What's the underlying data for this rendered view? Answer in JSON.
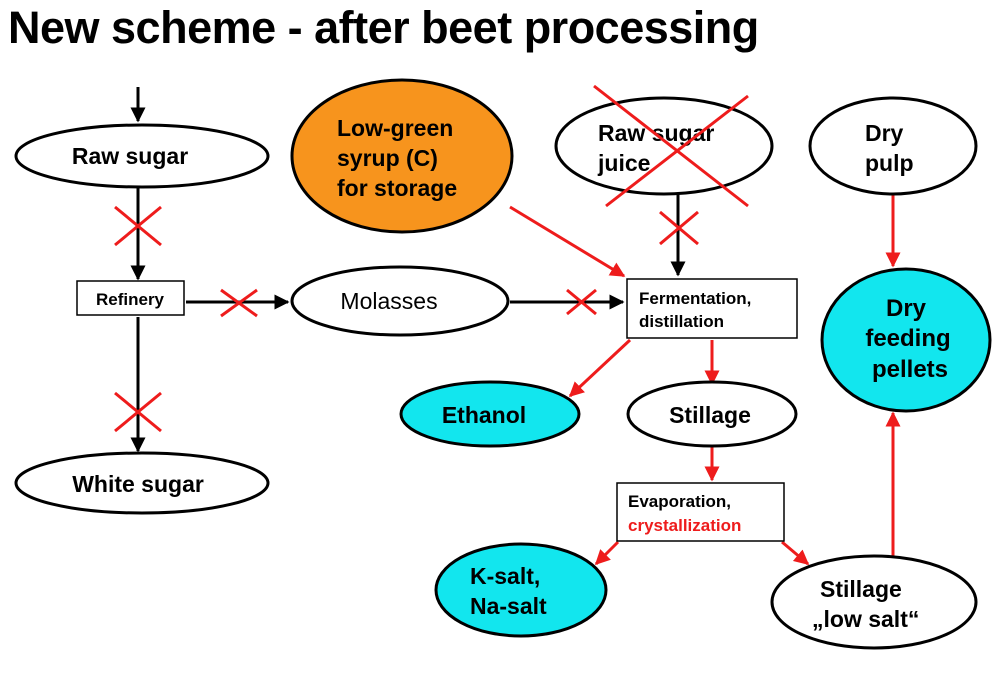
{
  "title": "New scheme - after beet processing",
  "colors": {
    "red": "#ee1c1c",
    "orange": "#f7941d",
    "cyan": "#12e6ee",
    "black": "#000000"
  },
  "nodes": {
    "raw_sugar": "Raw sugar",
    "refinery": "Refinery",
    "white_sugar": "White sugar",
    "molasses": "Molasses",
    "low_green_syrup": [
      "Low-green",
      "syrup (C)",
      "for storage"
    ],
    "raw_sugar_juice": [
      "Raw sugar",
      "juice"
    ],
    "dry_pulp": [
      "Dry",
      "pulp"
    ],
    "fermentation": [
      "Fermentation,",
      "distillation"
    ],
    "dry_feeding_pellets": [
      "Dry",
      "feeding",
      "pellets"
    ],
    "ethanol": "Ethanol",
    "stillage": "Stillage",
    "evaporation": [
      "Evaporation,",
      "crystallization"
    ],
    "k_salt": [
      "K-salt,",
      "Na-salt"
    ],
    "stillage_low_salt": [
      "Stillage",
      "„low salt“"
    ]
  }
}
